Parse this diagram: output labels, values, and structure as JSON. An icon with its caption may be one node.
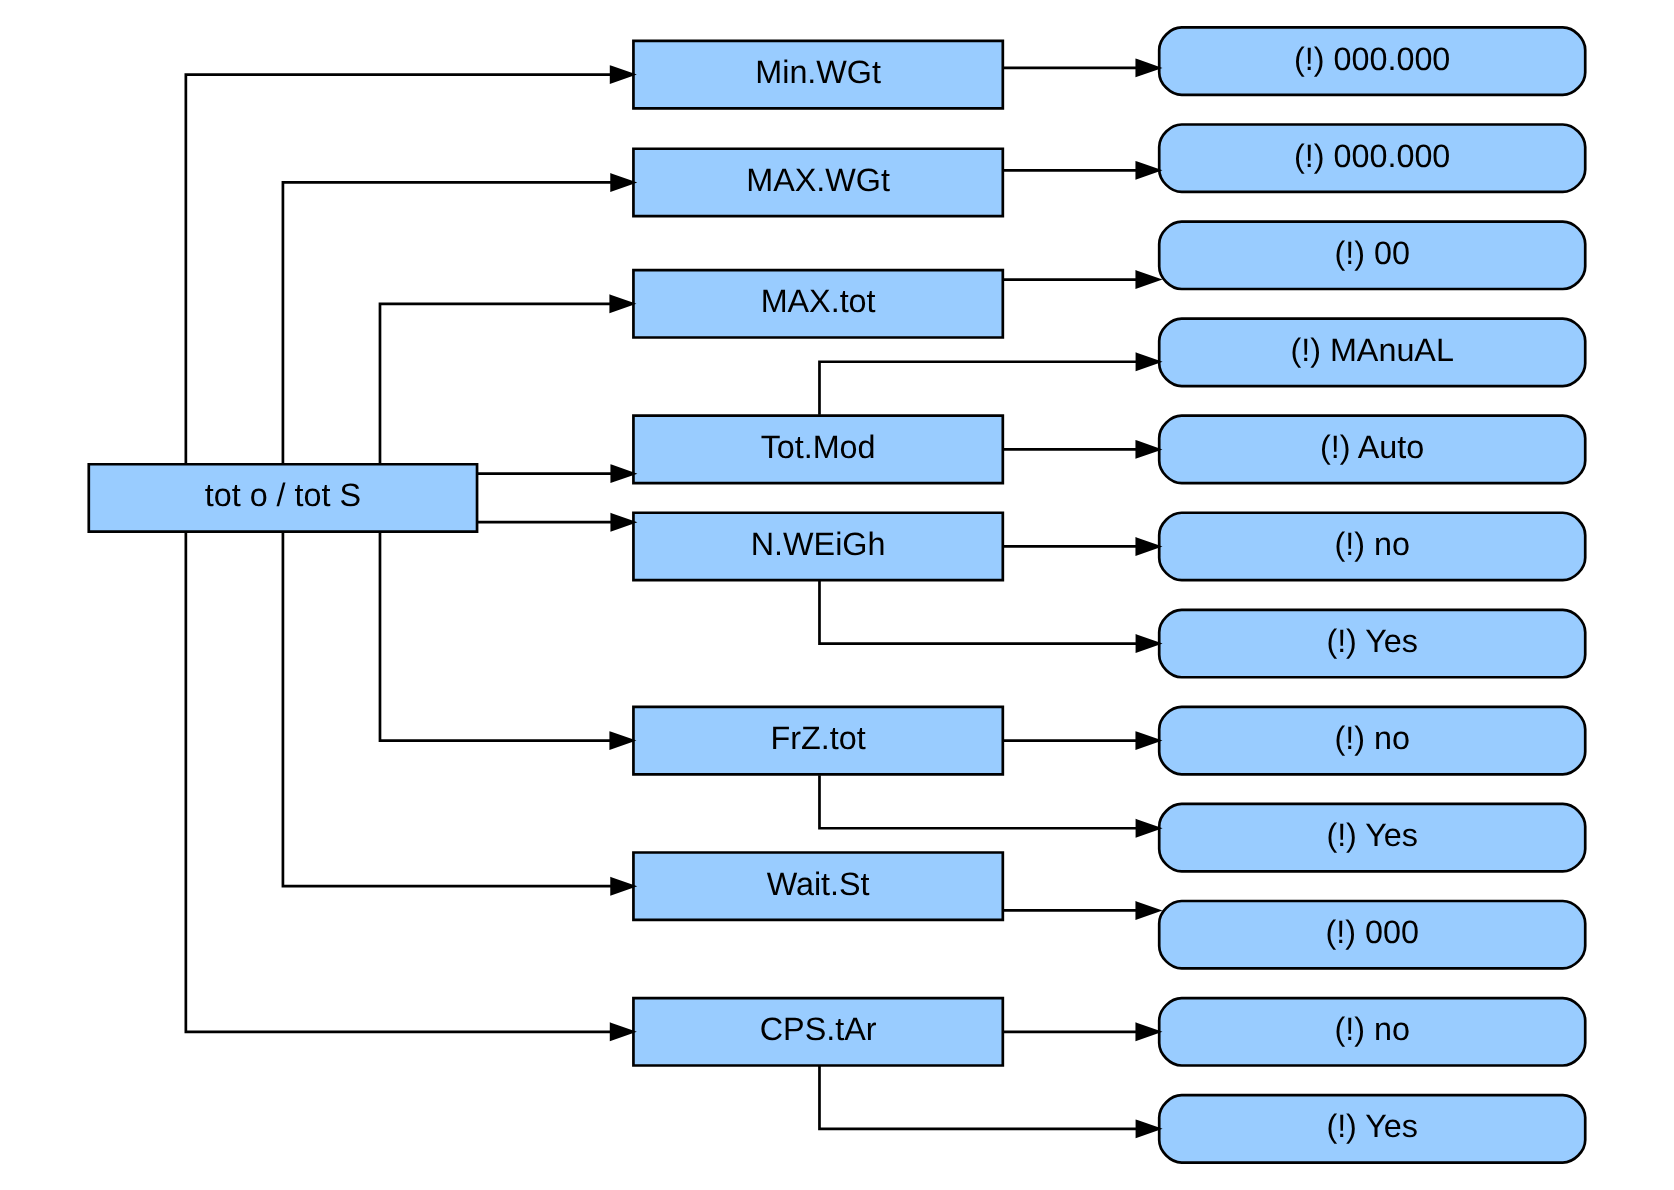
{
  "diagram": {
    "nodes": [
      {
        "text": [
          "tot o / tot S"
        ]
      },
      {
        "text": [
          "Min.WGt"
        ]
      },
      {
        "text": [
          "(!) 000.000"
        ]
      },
      {
        "text": [
          "MAX.WGt"
        ]
      },
      {
        "text": [
          "(!) 000.000"
        ]
      },
      {
        "text": [
          "MAX.tot"
        ]
      },
      {
        "text": [
          "(!) 00"
        ]
      },
      {
        "text": [
          "Tot.Mod"
        ]
      },
      {
        "text": [
          "(!) MAnuAL"
        ]
      },
      {
        "text": [
          "(!) Auto"
        ]
      },
      {
        "text": [
          "N.WEiGh"
        ]
      },
      {
        "text": [
          "(!) no"
        ]
      },
      {
        "text": [
          "(!) Yes"
        ]
      },
      {
        "text": [
          "FrZ.tot"
        ]
      },
      {
        "text": [
          "(!) no"
        ]
      },
      {
        "text": [
          "(!) Yes"
        ]
      },
      {
        "text": [
          "Wait.St"
        ]
      },
      {
        "text": [
          "(!) 000"
        ]
      },
      {
        "text": [
          "CPS.tAr"
        ]
      },
      {
        "text": [
          "(!) no"
        ]
      },
      {
        "text": [
          "(!) Yes"
        ]
      }
    ],
    "edges": [
      {
        "from": 0,
        "to": 1,
        "arrow": "to"
      },
      {
        "from": 0,
        "to": 3,
        "arrow": "to"
      },
      {
        "from": 0,
        "to": 5,
        "arrow": "to"
      },
      {
        "from": 0,
        "to": 7,
        "arrow": "to"
      },
      {
        "from": 0,
        "to": 10,
        "arrow": "to"
      },
      {
        "from": 0,
        "to": 13,
        "arrow": "to"
      },
      {
        "from": 0,
        "to": 16,
        "arrow": "to"
      },
      {
        "from": 0,
        "to": 18,
        "arrow": "to"
      },
      {
        "from": 1,
        "to": 2,
        "arrow": "to"
      },
      {
        "from": 3,
        "to": 4,
        "arrow": "to"
      },
      {
        "from": 5,
        "to": 6,
        "arrow": "to"
      },
      {
        "from": 7,
        "to": 8,
        "arrow": "to"
      },
      {
        "from": 7,
        "to": 9,
        "arrow": "to"
      },
      {
        "from": 10,
        "to": 11,
        "arrow": "to"
      },
      {
        "from": 10,
        "to": 12,
        "arrow": "to"
      },
      {
        "from": 13,
        "to": 14,
        "arrow": "to"
      },
      {
        "from": 13,
        "to": 15,
        "arrow": "to"
      },
      {
        "from": 16,
        "to": 17,
        "arrow": "to"
      },
      {
        "from": 18,
        "to": 19,
        "arrow": "to"
      },
      {
        "from": 18,
        "to": 20,
        "arrow": "to"
      }
    ]
  }
}
